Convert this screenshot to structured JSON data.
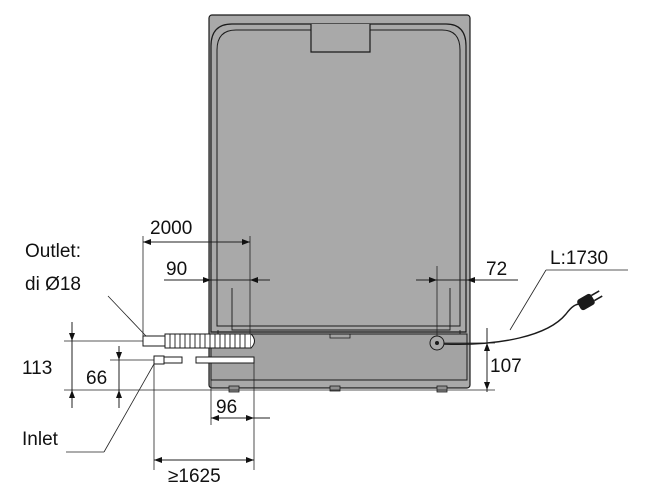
{
  "labels": {
    "outlet_line1": "Outlet:",
    "outlet_line2": "di Ø18",
    "inlet": "Inlet",
    "outlet_hose_length": "2000",
    "outlet_offset": "90",
    "right_offset": "72",
    "cable_length": "L:1730",
    "outlet_height": "113",
    "inlet_height": "66",
    "inlet_offset": "96",
    "inlet_hose_length": "≥1625",
    "plug_height": "107"
  },
  "colors": {
    "body_fill": "#a9a9a9",
    "body_dark": "#8f8f8f",
    "outline": "#1a1a1a",
    "lines": "#222222"
  }
}
